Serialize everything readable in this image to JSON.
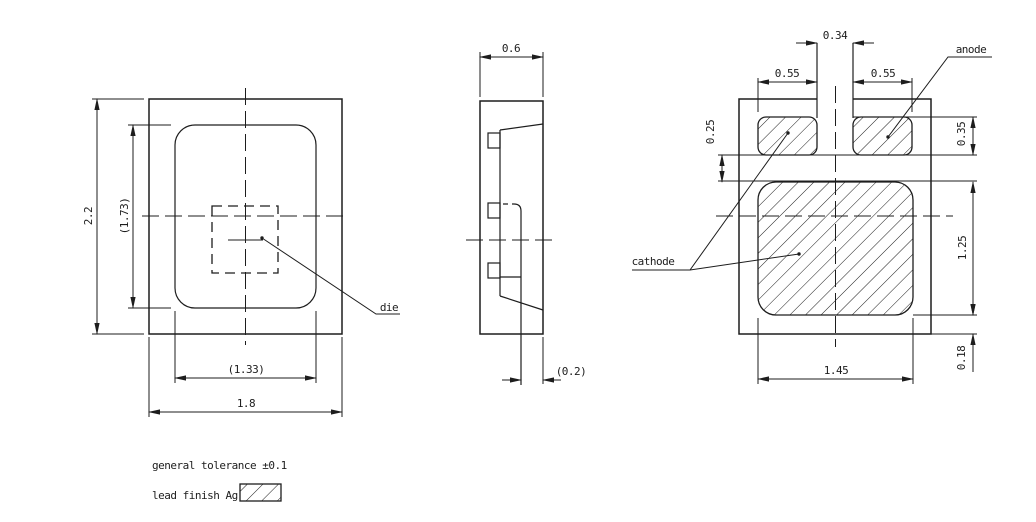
{
  "colors": {
    "background": "#ffffff",
    "line": "#1d1d1d"
  },
  "top_view": {
    "dim_height": "2.2",
    "dim_inner_height": "(1.73)",
    "dim_inner_width": "(1.33)",
    "dim_width": "1.8",
    "die_label": "die"
  },
  "side_view": {
    "dim_width": "0.6",
    "dim_lead": "(0.2)"
  },
  "bottom_view": {
    "dim_tab_width": "0.34",
    "dim_pad_left_width": "0.55",
    "dim_pad_right_width": "0.55",
    "dim_pad_gap": "0.25",
    "dim_pad_height": "0.35",
    "dim_cathode_height": "1.25",
    "dim_bottom_margin": "0.18",
    "dim_cathode_width": "1.45",
    "anode_label": "anode",
    "cathode_label": "cathode"
  },
  "legend": {
    "tolerance_note": "general tolerance ±0.1",
    "finish_note": "lead finish Ag"
  }
}
